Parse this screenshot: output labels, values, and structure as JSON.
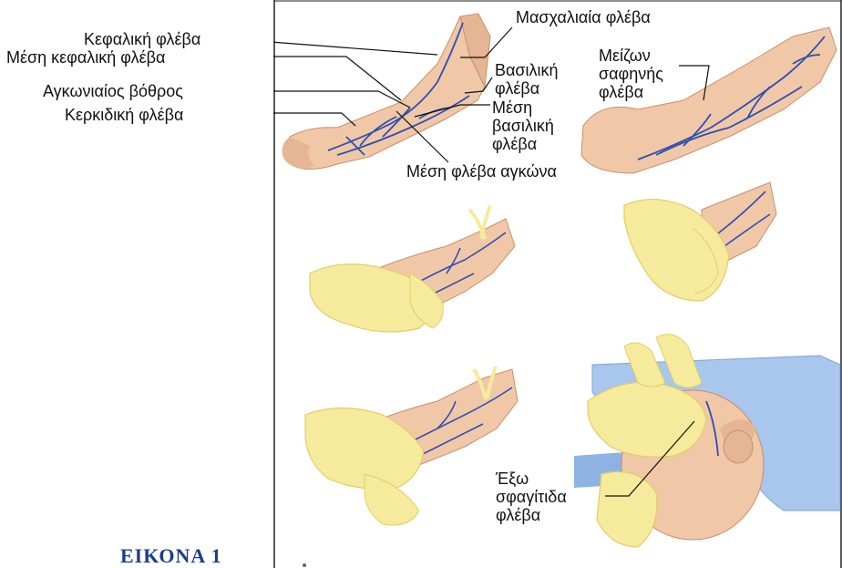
{
  "labels": {
    "cephalic": "Κεφαλική φλέβα",
    "median_cephalic": "Μέση κεφαλική φλέβα",
    "antecubital": "Αγκωνιαίος βόθρος",
    "radial": "Κερκιδική φλέβα",
    "axillary": "Μασχαλιαία φλέβα",
    "basilic_line1": "Βασιλική",
    "basilic_line2": "φλέβα",
    "median_basilic_line1": "Μέση",
    "median_basilic_line2": "βασιλική",
    "median_basilic_line3": "φλέβα",
    "median_cubital": "Μέση φλέβα αγκώνα",
    "saphenous_line1": "Μείζων",
    "saphenous_line2": "σαφηνής",
    "saphenous_line3": "φλέβα",
    "jugular_line1": "Έξω",
    "jugular_line2": "σφαγίτιδα",
    "jugular_line3": "φλέβα"
  },
  "caption": "ΕΙΚΟΝΑ 1",
  "colors": {
    "skin": "#f0c8a8",
    "skin_dark": "#d9a283",
    "vein": "#2f4fb0",
    "glove": "#f6ea9c",
    "glove_shadow": "#e2cd6a",
    "blanket": "#a9c6ec",
    "caption": "#1d3d8c"
  }
}
